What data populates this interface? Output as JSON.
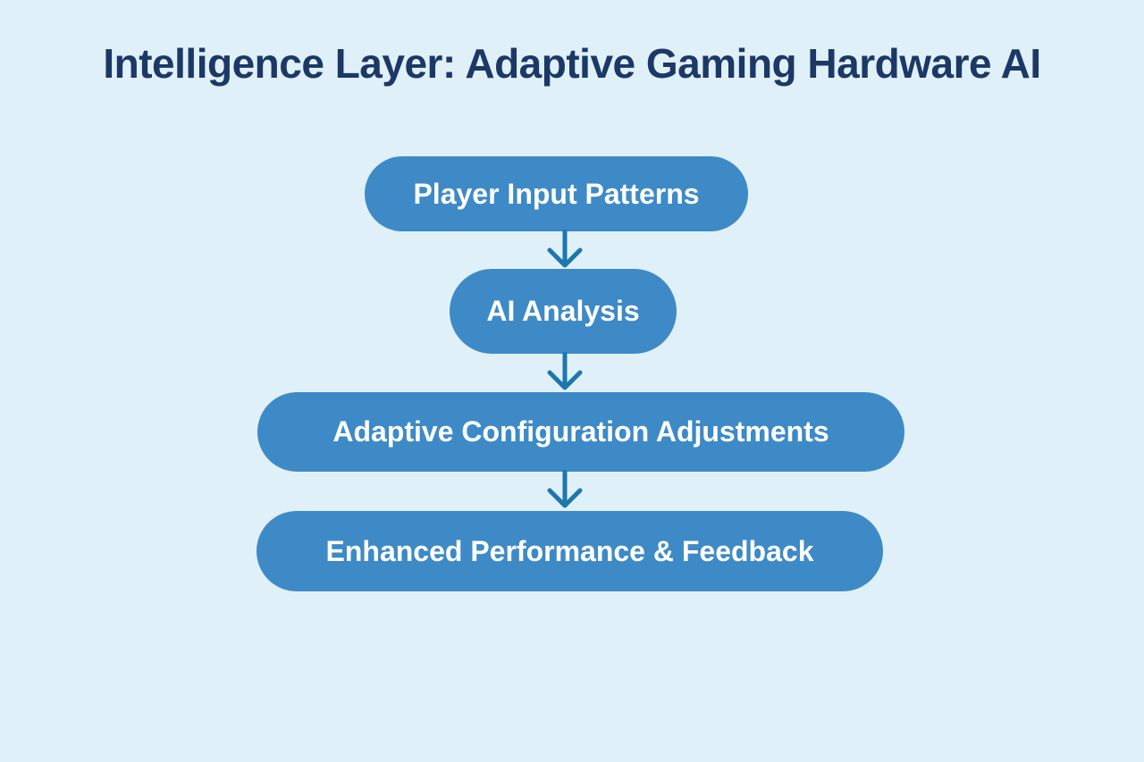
{
  "title": "Intelligence Layer: Adaptive Gaming Hardware AI",
  "colors": {
    "background": "#e0f0f9",
    "node_fill": "#3d8ac7",
    "node_text": "#ffffff",
    "arrow": "#1c77ad",
    "title_text": "#1b3866"
  },
  "flow": {
    "type": "vertical-flowchart",
    "nodes": [
      {
        "id": "player-input-patterns",
        "label": "Player Input Patterns"
      },
      {
        "id": "ai-analysis",
        "label": "AI Analysis"
      },
      {
        "id": "adaptive-configuration-adjustments",
        "label": "Adaptive Configuration Adjustments"
      },
      {
        "id": "enhanced-performance-feedback",
        "label": "Enhanced Performance & Feedback"
      }
    ],
    "connections": [
      {
        "from": "player-input-patterns",
        "to": "ai-analysis"
      },
      {
        "from": "ai-analysis",
        "to": "adaptive-configuration-adjustments"
      },
      {
        "from": "adaptive-configuration-adjustments",
        "to": "enhanced-performance-feedback"
      }
    ]
  }
}
